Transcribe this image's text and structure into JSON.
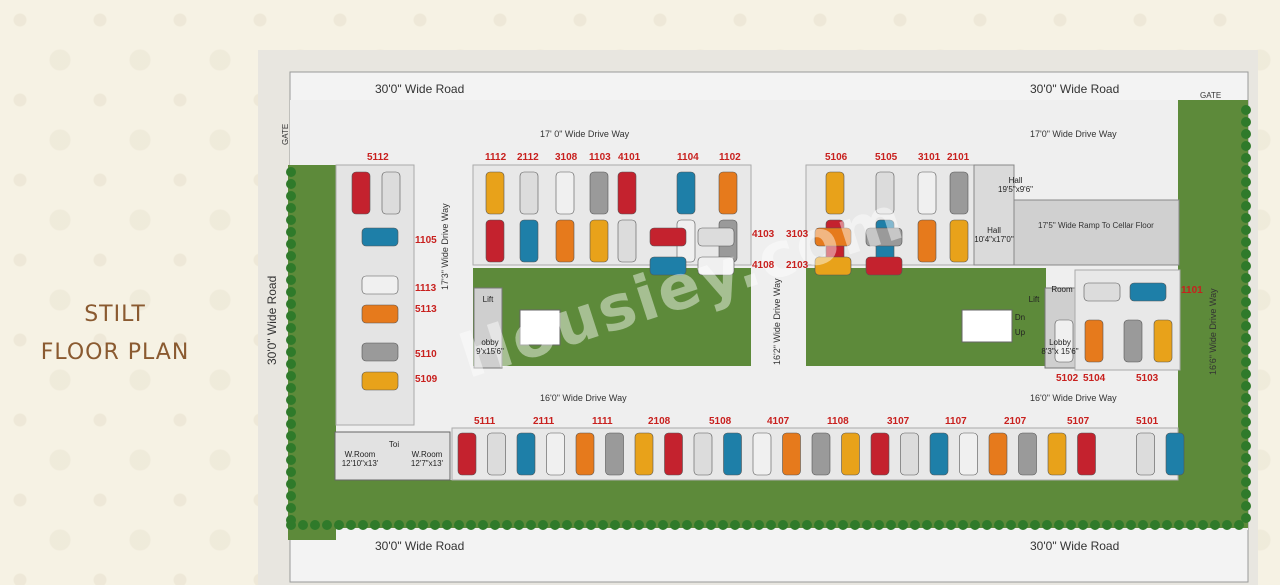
{
  "title": {
    "line1": "STILT",
    "line2": "FLOOR PLAN"
  },
  "roads": {
    "top_left": "30'0\" Wide Road",
    "top_right": "30'0\" Wide Road",
    "bottom_left": "30'0\" Wide Road",
    "bottom_right": "30'0\" Wide Road",
    "left": "30'0\" Wide Road"
  },
  "gates": {
    "left": "GATE",
    "right": "GATE"
  },
  "driveways": {
    "top_left": "17' 0\" Wide Drive Way",
    "top_right": "17'0\" Wide Drive Way",
    "mid_left": "16'0\" Wide Drive Way",
    "mid_right": "16'0\" Wide Drive Way",
    "v_left": "17'3\" Wide Drive Way",
    "v_mid": "16'2\" Wide Drive Way",
    "v_right": "16'6\" Wide Drive Way",
    "ramp": "17'5\" Wide Ramp To Cellar Floor"
  },
  "rooms": {
    "hall1_name": "Hall",
    "hall1_size": "19'5\"x9'6\"",
    "hall2_name": "Hall",
    "hall2_size": "10'4\"x17'0\"",
    "room": "Room",
    "lift_left": "Lift",
    "lift_right": "Lift",
    "lobby_left": "obby",
    "lobby_left_size": "9'x15'6\"",
    "lobby_right": "Lobby",
    "lobby_right_size": "8'3\"x 15'6\"",
    "up": "Up",
    "dn": "Dn",
    "wroom1": "W.Room",
    "wroom1_size": "12'10\"x13'",
    "wroom2": "W.Room",
    "wroom2_size": "12'7\"x13'",
    "toi": "Toi"
  },
  "parking_numbers": {
    "top_row": [
      "5112",
      "1112",
      "2112",
      "3108",
      "1103",
      "4101",
      "1104",
      "1102",
      "5106",
      "5105",
      "3101",
      "2101"
    ],
    "left_col": [
      "1105",
      "1113",
      "5113",
      "5110",
      "5109"
    ],
    "mid": [
      "4103",
      "4108",
      "3103",
      "2103"
    ],
    "right": [
      "1101",
      "5102",
      "5104",
      "5103"
    ],
    "bottom_row": [
      "5111",
      "2111",
      "1111",
      "2108",
      "5108",
      "4107",
      "1108",
      "3107",
      "1107",
      "2107",
      "5107",
      "5101"
    ]
  },
  "watermark": "Housiey.com"
}
